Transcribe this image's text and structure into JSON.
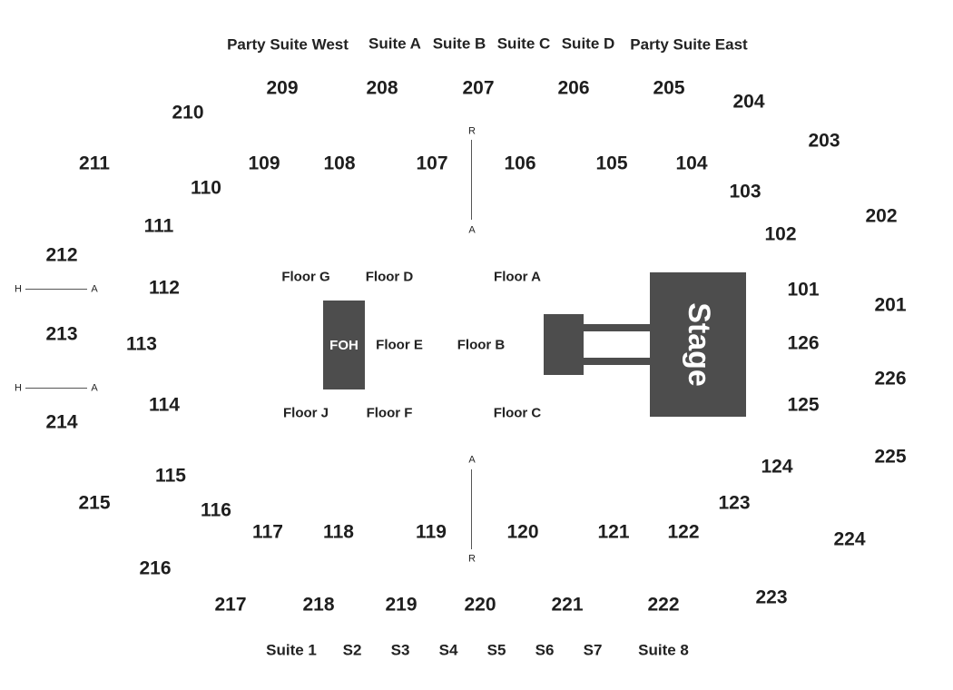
{
  "suites_top": [
    {
      "id": "party-suite-west",
      "label": "Party Suite West"
    },
    {
      "id": "suite-a",
      "label": "Suite A"
    },
    {
      "id": "suite-b",
      "label": "Suite B"
    },
    {
      "id": "suite-c",
      "label": "Suite C"
    },
    {
      "id": "suite-d",
      "label": "Suite D"
    },
    {
      "id": "party-suite-east",
      "label": "Party Suite East"
    }
  ],
  "suites_bottom": [
    {
      "id": "suite-1",
      "label": "Suite 1"
    },
    {
      "id": "s2",
      "label": "S2"
    },
    {
      "id": "s3",
      "label": "S3"
    },
    {
      "id": "s4",
      "label": "S4"
    },
    {
      "id": "s5",
      "label": "S5"
    },
    {
      "id": "s6",
      "label": "S6"
    },
    {
      "id": "s7",
      "label": "S7"
    },
    {
      "id": "suite-8",
      "label": "Suite 8"
    }
  ],
  "upper_sections": [
    "209",
    "208",
    "207",
    "206",
    "205",
    "204",
    "203",
    "202",
    "201",
    "226",
    "225",
    "224",
    "223",
    "222",
    "221",
    "220",
    "219",
    "218",
    "217",
    "216",
    "215",
    "214",
    "213",
    "212",
    "211",
    "210"
  ],
  "lower_sections": [
    "109",
    "108",
    "107",
    "106",
    "105",
    "104",
    "103",
    "102",
    "101",
    "126",
    "125",
    "124",
    "123",
    "122",
    "121",
    "120",
    "119",
    "118",
    "117",
    "116",
    "115",
    "114",
    "113",
    "112",
    "111",
    "110"
  ],
  "floor_sections": [
    "Floor G",
    "Floor D",
    "Floor A",
    "Floor E",
    "Floor B",
    "Floor J",
    "Floor F",
    "Floor C"
  ],
  "stage_label": "Stage",
  "foh_label": "FOH",
  "aisle_markers": {
    "top": {
      "start": "R",
      "end": "A"
    },
    "bottom": {
      "start": "A",
      "end": "R"
    },
    "left_upper": {
      "start": "H",
      "end": "A"
    },
    "left_lower": {
      "start": "H",
      "end": "A"
    }
  },
  "colors": {
    "stage": "#4d4d4d",
    "text": "#222222",
    "background": "#ffffff"
  }
}
